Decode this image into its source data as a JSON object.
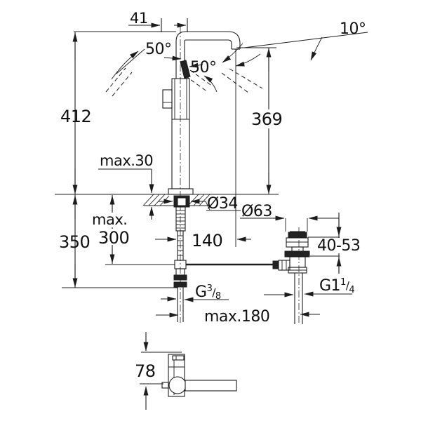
{
  "meta": {
    "type": "technical-dimension-drawing",
    "subject": "Single-lever basin mixer (tall vessel faucet) with pop-up waste set, front view with installation dimensions and side view of mixer body",
    "background_color": "#ffffff",
    "line_color": "#1c1c1c",
    "views": [
      "front installation view",
      "pop-up waste",
      "side view of body"
    ]
  },
  "labels": {
    "offset_41": "41",
    "angle_10": "10°",
    "angle_50_left": "50°",
    "angle_50_right": "50°",
    "height_412": "412",
    "spout_height_369": "369",
    "deck_max30": "max.30",
    "below_max_word": "max.",
    "below_max_300": "300",
    "below_350": "350",
    "projection_140": "140",
    "dia_34": "Ø34",
    "dia_63": "Ø63",
    "clamp_40_53": "40-53",
    "distance_max180": "max.180",
    "side_height_78": "78",
    "supply_thread": {
      "base": "G",
      "sup": "3",
      "slash": "/",
      "sub": "8"
    },
    "waste_thread": {
      "base": "G1",
      "sup": "1",
      "slash": "/",
      "sub": "4"
    }
  }
}
